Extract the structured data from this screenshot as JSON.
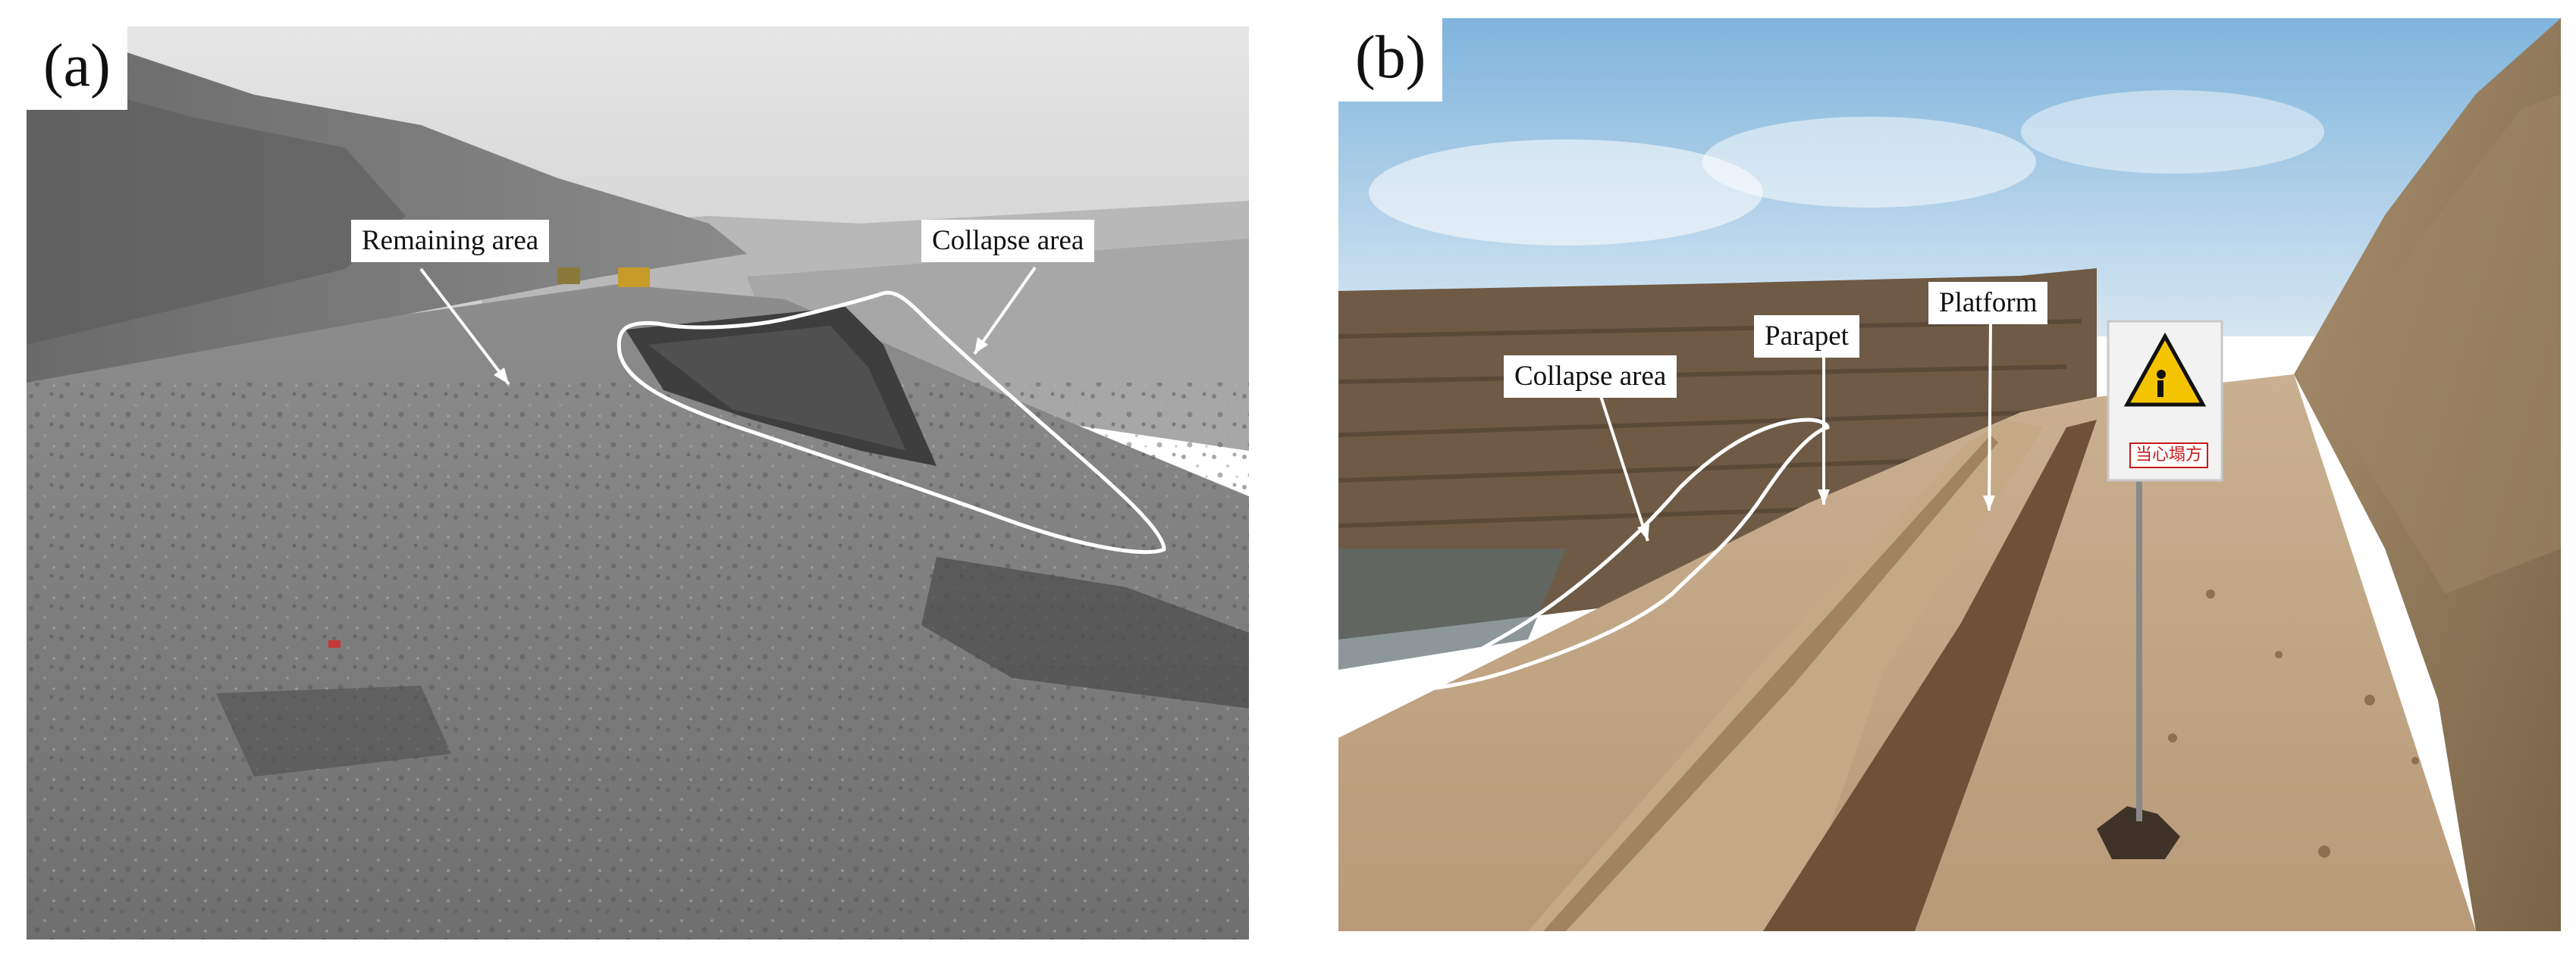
{
  "figure": {
    "panels": [
      {
        "id": "a",
        "label": "(a)",
        "callouts": {
          "remaining": "Remaining area",
          "collapse": "Collapse area"
        }
      },
      {
        "id": "b",
        "label": "(b)",
        "callouts": {
          "collapse": "Collapse area",
          "parapet": "Parapet",
          "platform": "Platform"
        },
        "sign": {
          "icon": "falling-rocks-warning-icon",
          "text": "当心塌方"
        }
      }
    ]
  },
  "colors": {
    "outline": "#ffffff",
    "sign_red": "#c81a1a",
    "sign_yellow": "#f5c400"
  }
}
